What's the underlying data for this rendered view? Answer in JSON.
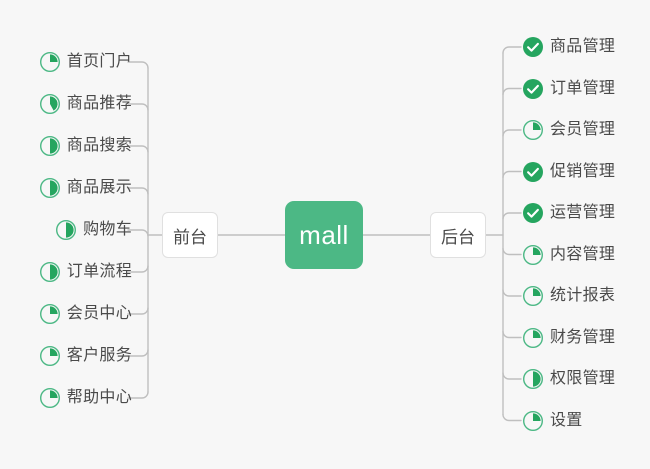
{
  "diagram": {
    "type": "mind-map",
    "background_color": "#f7f7f7",
    "accent_color": "#4cb885",
    "done_color": "#25a55f",
    "text_color": "#4a4a4a",
    "edge_color": "#bfbfbf",
    "root": {
      "label": "mall",
      "text_color": "#ffffff",
      "fill_color": "#4cb885"
    },
    "branches": [
      {
        "id": "front",
        "label": "前台",
        "side": "left"
      },
      {
        "id": "back",
        "label": "后台",
        "side": "right"
      }
    ],
    "left_items": [
      {
        "label": "首页门户",
        "icon": "pie-progress-icon",
        "progress": 25,
        "status": "in-progress"
      },
      {
        "label": "商品推荐",
        "icon": "pie-progress-icon",
        "progress": 42,
        "status": "in-progress"
      },
      {
        "label": "商品搜索",
        "icon": "pie-progress-icon",
        "progress": 50,
        "status": "in-progress"
      },
      {
        "label": "商品展示",
        "icon": "pie-progress-icon",
        "progress": 50,
        "status": "in-progress"
      },
      {
        "label": "购物车",
        "icon": "pie-progress-icon",
        "progress": 50,
        "status": "in-progress"
      },
      {
        "label": "订单流程",
        "icon": "pie-progress-icon",
        "progress": 50,
        "status": "in-progress"
      },
      {
        "label": "会员中心",
        "icon": "pie-progress-icon",
        "progress": 25,
        "status": "in-progress"
      },
      {
        "label": "客户服务",
        "icon": "pie-progress-icon",
        "progress": 25,
        "status": "in-progress"
      },
      {
        "label": "帮助中心",
        "icon": "pie-progress-icon",
        "progress": 25,
        "status": "in-progress"
      }
    ],
    "right_items": [
      {
        "label": "商品管理",
        "icon": "check-circle-icon",
        "progress": 100,
        "status": "done"
      },
      {
        "label": "订单管理",
        "icon": "check-circle-icon",
        "progress": 100,
        "status": "done"
      },
      {
        "label": "会员管理",
        "icon": "pie-progress-icon",
        "progress": 25,
        "status": "in-progress"
      },
      {
        "label": "促销管理",
        "icon": "check-circle-icon",
        "progress": 100,
        "status": "done"
      },
      {
        "label": "运营管理",
        "icon": "check-circle-icon",
        "progress": 100,
        "status": "done"
      },
      {
        "label": "内容管理",
        "icon": "pie-progress-icon",
        "progress": 25,
        "status": "in-progress"
      },
      {
        "label": "统计报表",
        "icon": "pie-progress-icon",
        "progress": 25,
        "status": "in-progress"
      },
      {
        "label": "财务管理",
        "icon": "pie-progress-icon",
        "progress": 25,
        "status": "in-progress"
      },
      {
        "label": "权限管理",
        "icon": "pie-progress-icon",
        "progress": 50,
        "status": "in-progress"
      },
      {
        "label": "设置",
        "icon": "pie-progress-icon",
        "progress": 25,
        "status": "in-progress"
      }
    ]
  }
}
